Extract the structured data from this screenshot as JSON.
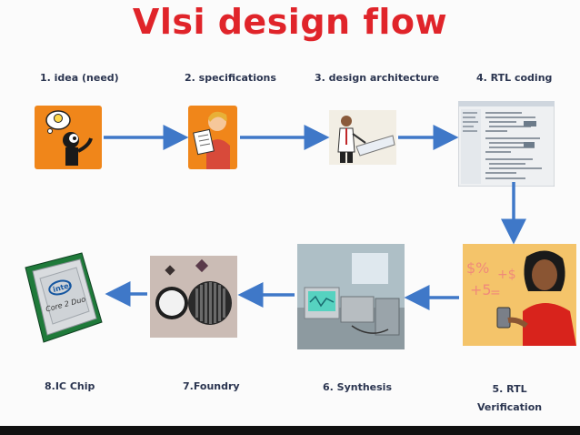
{
  "title": "Vlsi design flow",
  "steps": [
    {
      "label": "1. idea (need)"
    },
    {
      "label": "2. specifications"
    },
    {
      "label": "3. design architecture"
    },
    {
      "label": "4. RTL coding"
    },
    {
      "label": "5. RTL",
      "label2": "Verification"
    },
    {
      "label": "6. Synthesis"
    },
    {
      "label": "7.Foundry"
    },
    {
      "label": "8.IC Chip"
    }
  ],
  "chip_text": {
    "brand": "intel",
    "model": "Core 2 Duo"
  },
  "colors": {
    "title": "#e0242a",
    "arrow": "#3f78c8",
    "label": "#2b3550",
    "orange": "#f0861a"
  }
}
